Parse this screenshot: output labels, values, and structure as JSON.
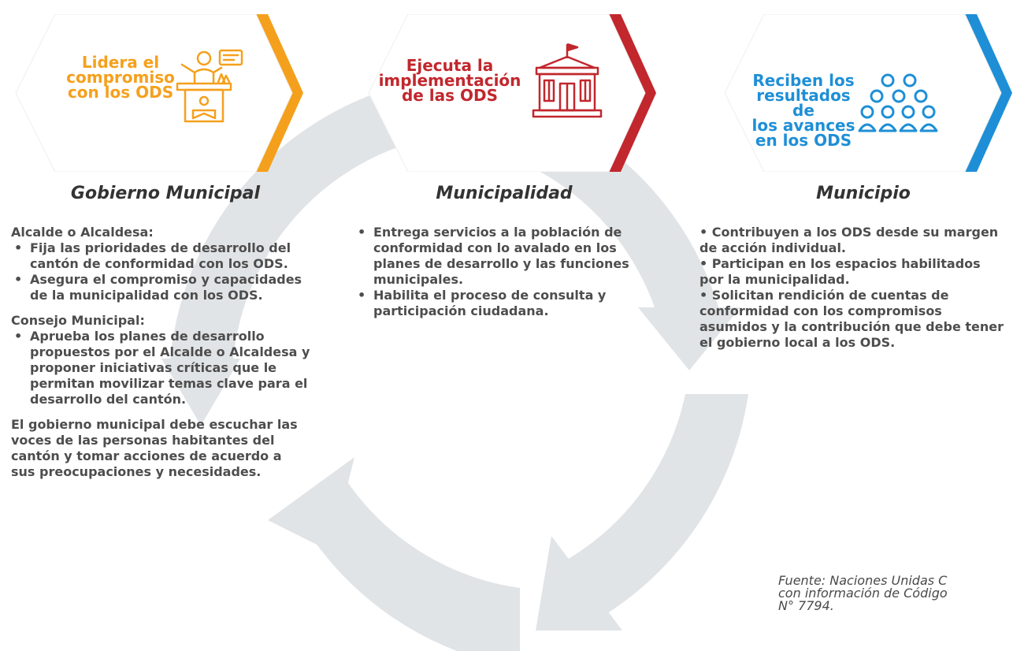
{
  "colors": {
    "orange": "#f5a01c",
    "red": "#c1272d",
    "blue": "#1e8fd6",
    "cycle_gray": "#e1e4e6"
  },
  "cards": [
    {
      "title_lines": [
        "Lidera el",
        "compromiso",
        "con los ODS"
      ],
      "icon": "speaker-podium-icon",
      "heading": "Gobierno Municipal"
    },
    {
      "title_lines": [
        "Ejecuta la",
        "implementación",
        "de las ODS"
      ],
      "icon": "government-building-icon",
      "heading": "Municipalidad"
    },
    {
      "title_lines": [
        "Reciben los",
        "resultados de",
        "los avances",
        "en los ODS"
      ],
      "icon": "citizens-group-icon",
      "heading": "Municipio"
    }
  ],
  "col1": {
    "alcalde_label": "Alcalde o Alcaldesa:",
    "alcalde_items": [
      "Fija las prioridades de desarrollo del cantón de conformidad con los ODS.",
      "Asegura el compromiso y capacidades de la municipalidad con los ODS."
    ],
    "consejo_label": "Consejo Municipal:",
    "consejo_items": [
      "Aprueba los planes de desarrollo propuestos por el Alcalde o Alcaldesa y proponer iniciativas críticas que le permitan movilizar temas clave para el desarrollo del cantón."
    ],
    "closing": "El gobierno municipal debe escuchar las voces de las personas habitantes del cantón y tomar acciones de acuerdo a sus preocupaciones y necesidades."
  },
  "col2": {
    "items": [
      "Entrega servicios a la población de conformidad con lo avalado en los planes de desarrollo y las funciones municipales.",
      "Habilita el proceso de consulta y participación ciudadana."
    ]
  },
  "col3": {
    "items": [
      "• Contribuyen a los ODS desde su margen de acción individual.",
      "• Participan en los espacios habilitados por la municipalidad.",
      "• Solicitan rendición de cuentas de conformidad con los compromisos asumidos y la contribución que debe tener el gobierno local a los ODS."
    ]
  },
  "source_lines": [
    "Fuente: Naciones Unidas C",
    "con información de Código",
    "N° 7794."
  ]
}
